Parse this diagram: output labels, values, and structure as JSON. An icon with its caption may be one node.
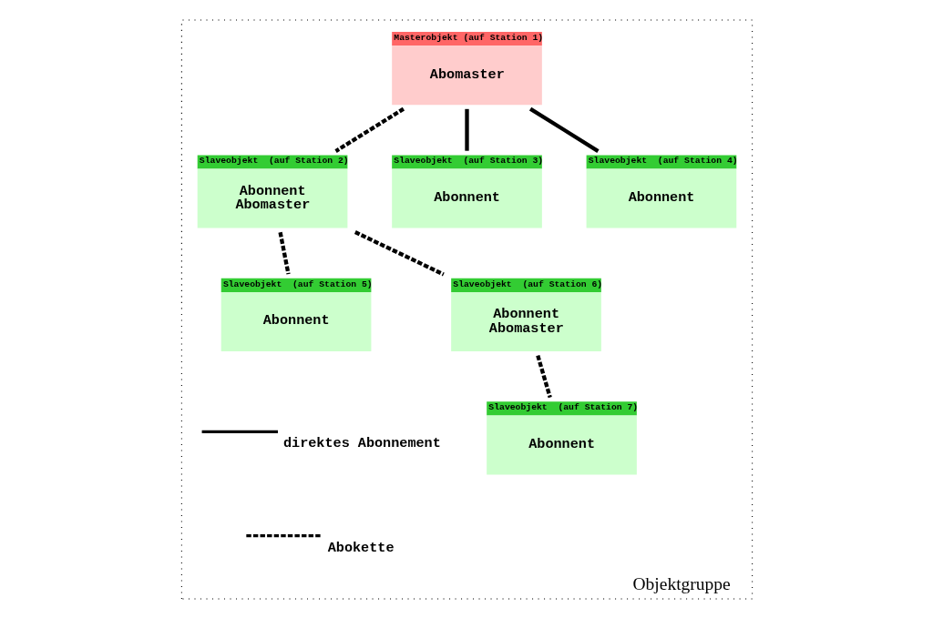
{
  "diagram": {
    "nodes": [
      {
        "text": [
          "Objektgruppe"
        ]
      },
      {
        "text": [
          "Masterobjekt (auf Station 1)",
          "Abomaster"
        ],
        "in": 0
      },
      {
        "text": [
          "Slaveobjekt  (auf Station 2)",
          "Abonnent",
          "Abomaster"
        ],
        "in": 0
      },
      {
        "text": [
          "Slaveobjekt  (auf Station 3)",
          "Abonnent"
        ],
        "in": 0
      },
      {
        "text": [
          "Slaveobjekt  (auf Station 4)",
          "Abonnent"
        ],
        "in": 0
      },
      {
        "text": [
          "Slaveobjekt  (auf Station 5)",
          "Abonnent"
        ],
        "in": 0
      },
      {
        "text": [
          "Slaveobjekt  (auf Station 6)",
          "Abonnent",
          "Abomaster"
        ],
        "in": 0
      },
      {
        "text": [
          "Slaveobjekt  (auf Station 7)",
          "Abonnent"
        ],
        "in": 0
      }
    ],
    "edges": [
      {
        "from": 1,
        "to": 2,
        "arrow": "none",
        "style": "dashed"
      },
      {
        "from": 1,
        "to": 3,
        "arrow": "none"
      },
      {
        "from": 1,
        "to": 4,
        "arrow": "none"
      },
      {
        "from": 2,
        "to": 5,
        "arrow": "none",
        "style": "dashed"
      },
      {
        "from": 2,
        "to": 6,
        "arrow": "none",
        "style": "dashed"
      },
      {
        "from": 6,
        "to": 7,
        "arrow": "none",
        "style": "dashed"
      }
    ],
    "legend": [
      {
        "text": "direktes Abonnement"
      },
      {
        "text": "Abokette"
      }
    ]
  }
}
